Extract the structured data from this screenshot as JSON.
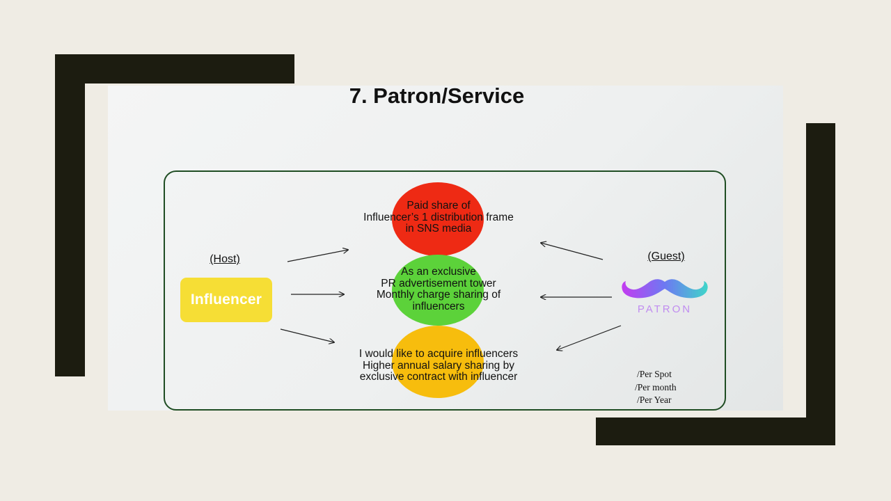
{
  "title": "7. Patron/Service",
  "host": {
    "label": "(Host)",
    "box_label": "Influencer",
    "box_color": "#f6de35"
  },
  "guest": {
    "label": "(Guest)",
    "logo_icon": "mustache-icon",
    "logo_text": "PATRON"
  },
  "services": [
    {
      "text": "Paid share of\nInfluencer’s 1 distribution frame\nin SNS media",
      "color": "#ee2a14"
    },
    {
      "text": "As an exclusive\nPR advertisement tower\nMonthly charge sharing of\ninfluencers",
      "color": "#5cd23a"
    },
    {
      "text": "I would like to acquire influencers\nHigher annual salary sharing by\nexclusive contract with influencer",
      "color": "#f7bd0d"
    }
  ],
  "rates": [
    "/Per Spot",
    "/Per month",
    "/Per Year"
  ],
  "colors": {
    "frame_border": "#1f4d23",
    "decor": "#1c1c10",
    "background": "#efece4"
  }
}
